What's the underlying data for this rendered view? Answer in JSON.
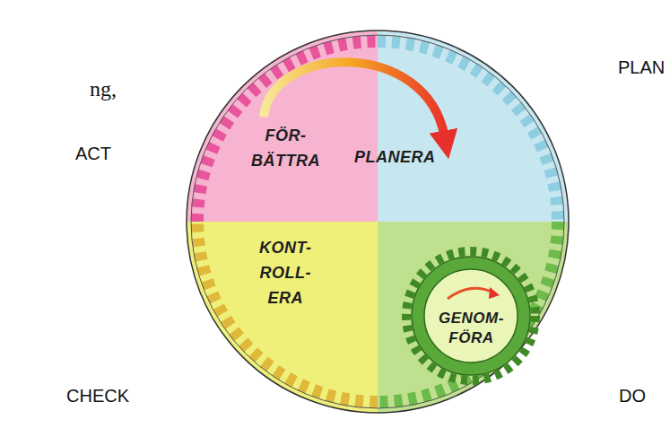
{
  "diagram": {
    "nodes": [
      {
        "text": [
          "FÖR- BÄTTRA"
        ]
      },
      {
        "text": [
          "PLANERA"
        ]
      },
      {
        "text": [
          "KONT- ROLL- ERA"
        ]
      },
      {
        "text": [
          "GENOM- FÖRA"
        ]
      }
    ],
    "edges": [
      {
        "from": 0,
        "to": 1,
        "arrow": "to"
      }
    ],
    "labels": [
      "ng,",
      "ACT",
      "PLAN",
      "CHECK",
      "DO"
    ]
  }
}
